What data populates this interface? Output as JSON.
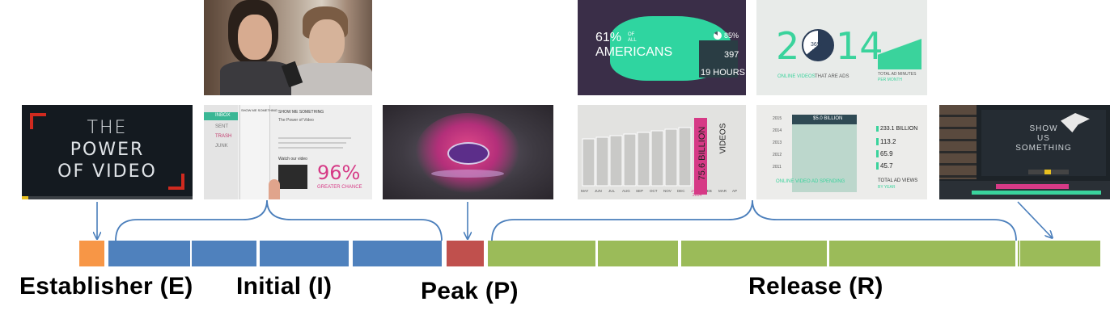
{
  "segments": [
    {
      "stage": "E",
      "color": "#f79646"
    },
    {
      "stage": "I",
      "color": "#4f81bd"
    },
    {
      "stage": "I",
      "color": "#4f81bd"
    },
    {
      "stage": "I",
      "color": "#4f81bd"
    },
    {
      "stage": "I",
      "color": "#4f81bd"
    },
    {
      "stage": "P",
      "color": "#c0504d"
    },
    {
      "stage": "R",
      "color": "#9bbb59"
    },
    {
      "stage": "R",
      "color": "#9bbb59"
    },
    {
      "stage": "R",
      "color": "#9bbb59"
    },
    {
      "stage": "R",
      "color": "#9bbb59"
    },
    {
      "stage": "R",
      "color": "#9bbb59"
    },
    {
      "stage": "R",
      "color": "#9bbb59"
    }
  ],
  "labels": {
    "establisher": "Establisher (E)",
    "initial": "Initial (I)",
    "peak": "Peak (P)",
    "release": "Release (R)"
  },
  "arrow_color": "#4a7ebb",
  "frames": {
    "power_of_video": {
      "line1": "THE",
      "line2": "POWER",
      "line3": "OF VIDEO"
    },
    "email": {
      "menu": [
        "INBOX",
        "SENT",
        "TRASH",
        "JUNK"
      ],
      "header": "SHOW ME SOMETHING",
      "subject": "The Power of Video",
      "watch": "Watch our video",
      "stat": "96%",
      "stat_caption": "GREATER CHANCE"
    },
    "americans": {
      "pct": "61%",
      "of_all": "OF ALL",
      "word": "AMERICANS",
      "side_pct": "85%",
      "side_num": "397",
      "hours": "19 HOURS"
    },
    "year_2014": {
      "digits_left": "2",
      "digits_right": "14",
      "pie_label": "36%",
      "caption_a": "ONLINE VIDEOS",
      "caption_b": "THAT ARE ADS",
      "caption_c": "TOTAL AD MINUTES",
      "caption_d": "PER MONTH"
    },
    "billion_bars": {
      "big": "75.6 BILLION",
      "videos": "VIDEOS",
      "months": [
        "MAY",
        "JUN",
        "JUL",
        "AUG",
        "SEP",
        "OCT",
        "NOV",
        "DEC",
        "JAN",
        "FEB",
        "MAR",
        "AP"
      ],
      "year": "2014"
    },
    "ad_spending": {
      "top": "$5.0 BILLION",
      "years": [
        "2015",
        "2014",
        "2013",
        "2012",
        "2011"
      ],
      "right": [
        "233.1 BILLION",
        "113.2",
        "65.9",
        "45.7"
      ],
      "caption": "ONLINE VIDEO AD SPENDING",
      "caption2": "TOTAL AD VIEWS",
      "caption3": "BY YEAR"
    },
    "editor": {
      "line1": "SHOW",
      "line2": "US",
      "line3": "SOMETHING"
    }
  }
}
